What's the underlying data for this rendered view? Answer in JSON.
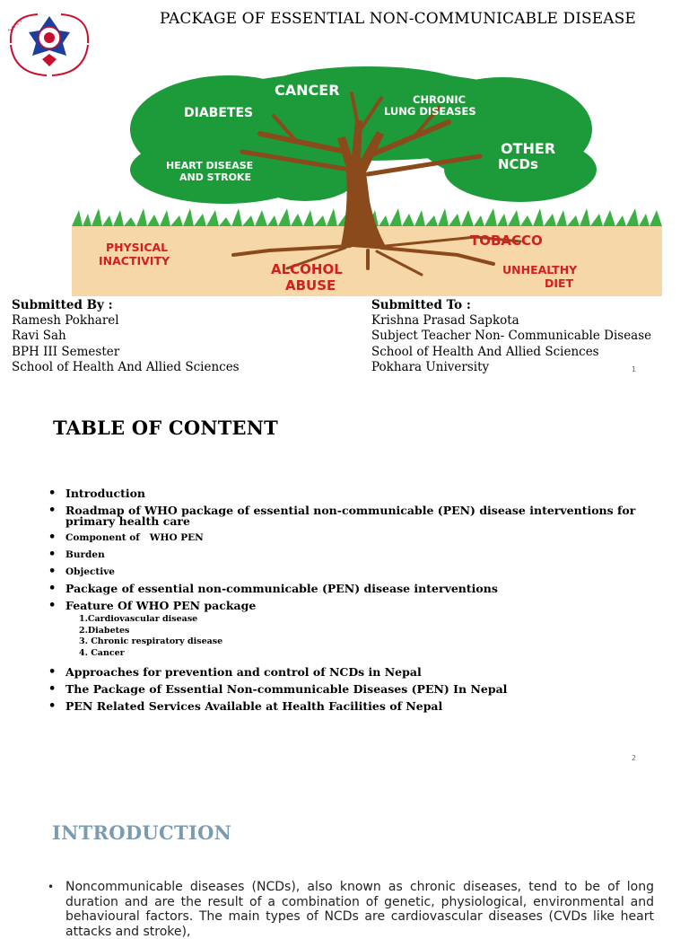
{
  "slide1": {
    "title": "PACKAGE OF ESSENTIAL NON-COMMUNICABLE DISEASE",
    "tree": {
      "canopy_labels": [
        "CANCER",
        "DIABETES",
        "CHRONIC",
        "LUNG DISEASES",
        "OTHER",
        "NCDs",
        "HEART DISEASE",
        "AND STROKE"
      ],
      "root_labels": [
        "PHYSICAL",
        "INACTIVITY",
        "ALCOHOL",
        "ABUSE",
        "TOBACCO",
        "UNHEALTHY",
        "DIET"
      ]
    },
    "submitted_by": {
      "heading": "Submitted By :",
      "lines": [
        "Ramesh Pokharel",
        "Ravi Sah",
        "BPH III Semester",
        "School of Health And Allied Sciences"
      ]
    },
    "submitted_to": {
      "heading": "Submitted To :",
      "lines": [
        "Krishna Prasad Sapkota",
        "Subject Teacher Non- Communicable Disease",
        "School of Health And Allied Sciences",
        "Pokhara University"
      ]
    },
    "page_number": "1"
  },
  "slide2": {
    "title": "TABLE OF CONTENT",
    "items": [
      "Introduction",
      "Roadmap of WHO package of essential non-communicable (PEN) disease interventions for primary health care",
      "Component of   WHO PEN",
      "Burden",
      "Objective",
      "Package of essential non-communicable (PEN) disease interventions",
      "Feature Of WHO PEN package",
      "Approaches for prevention and control of NCDs in Nepal",
      "The Package of Essential Non-communicable Diseases (PEN) In Nepal",
      "PEN Related Services Available at Health Facilities of Nepal"
    ],
    "feature_subitems": [
      "1.Cardiovascular disease",
      "2.Diabetes",
      "3. Chronic respiratory disease",
      "4. Cancer"
    ],
    "page_number": "2"
  },
  "slide3": {
    "title": "INTRODUCTION",
    "paragraph": "Noncommunicable diseases (NCDs), also known as chronic diseases, tend to be of long duration and are the result of a combination of genetic, physiological, environmental and behavioural factors. The main types of NCDs are cardiovascular diseases (CVDs like heart attacks and stroke),"
  },
  "colors": {
    "canopy": "#1d9b3a",
    "trunk": "#8a4a1c",
    "soil": "#f6d8a8",
    "grass": "#3cb043",
    "root_label": "#d21f1f",
    "intro_title": "#7b9bb0"
  }
}
